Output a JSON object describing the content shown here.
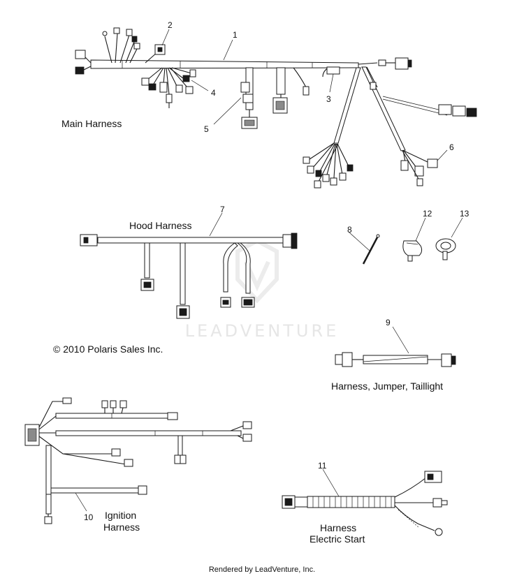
{
  "diagram": {
    "labels": {
      "main_harness": "Main Harness",
      "hood_harness": "Hood Harness",
      "jumper_harness": "Harness, Jumper, Taillight",
      "ignition_1": "Ignition",
      "ignition_2": "Harness",
      "electric_1": "Harness",
      "electric_2": "Electric Start",
      "copyright": "© 2010 Polaris Sales Inc.",
      "footer": "Rendered by LeadVenture, Inc.",
      "watermark": "LEADVENTURE"
    },
    "callouts": [
      "1",
      "2",
      "3",
      "4",
      "5",
      "6",
      "7",
      "8",
      "9",
      "10",
      "11",
      "12",
      "13"
    ]
  }
}
